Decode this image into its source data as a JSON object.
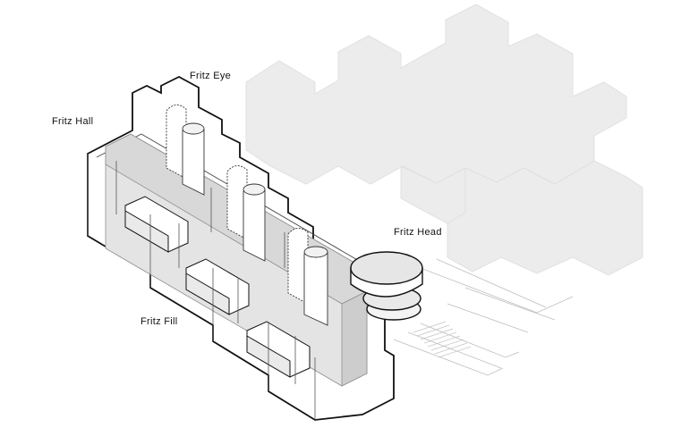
{
  "labels": {
    "fritz_eye": "Fritz Eye",
    "fritz_hall": "Fritz Hall",
    "fritz_head": "Fritz Head",
    "fritz_fill": "Fritz Fill"
  },
  "colors": {
    "context_massing": "#ececec",
    "context_stroke": "#dcdcdc",
    "building_outline": "#111111",
    "building_face": "#ffffff",
    "interior_volume": "#e3e3e3",
    "line_gray": "#9a9a9a",
    "text": "#111111"
  }
}
